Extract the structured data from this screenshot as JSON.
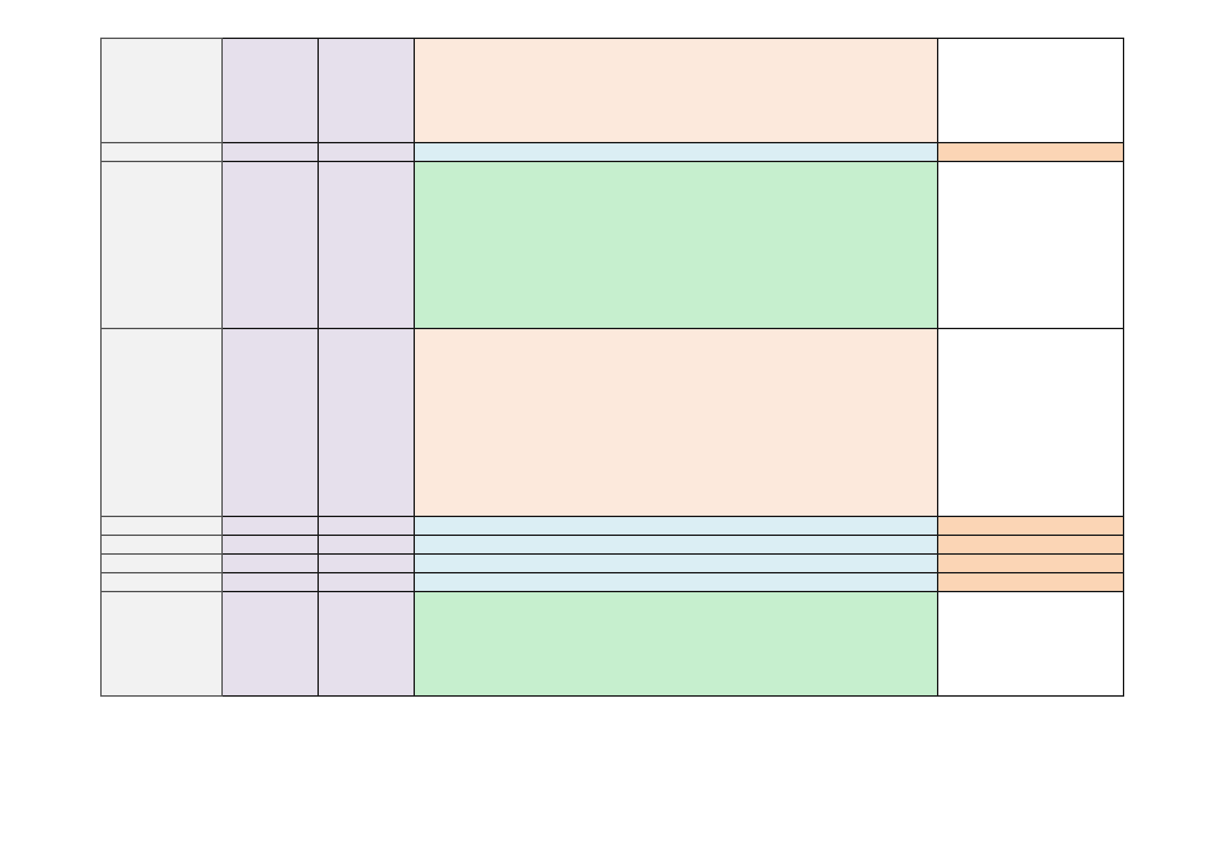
{
  "document": {
    "colors": {
      "grey": "#f2f2f2",
      "lavender": "#e6e0ec",
      "peach_light": "#fce9dc",
      "blue_light": "#dbeef4",
      "green_light": "#c6efce",
      "peach": "#fbd5b5",
      "white": "#ffffff",
      "border": "#1a1a1a"
    },
    "rows": [
      {
        "type": "tall",
        "cells": [
          "",
          "",
          "",
          "",
          ""
        ],
        "fills": [
          "grey",
          "lavender",
          "lavender",
          "peach_light",
          "white"
        ]
      },
      {
        "type": "thin",
        "cells": [
          "",
          "",
          "",
          "",
          ""
        ],
        "fills": [
          "grey",
          "lavender",
          "lavender",
          "blue_light",
          "peach"
        ]
      },
      {
        "type": "tall",
        "cells": [
          "",
          "",
          "",
          "",
          ""
        ],
        "fills": [
          "grey",
          "lavender",
          "lavender",
          "green_light",
          "white"
        ]
      },
      {
        "type": "tall",
        "cells": [
          "",
          "",
          "",
          "",
          ""
        ],
        "fills": [
          "grey",
          "lavender",
          "lavender",
          "peach_light",
          "white"
        ]
      },
      {
        "type": "thin",
        "cells": [
          "",
          "",
          "",
          "",
          ""
        ],
        "fills": [
          "grey",
          "lavender",
          "lavender",
          "blue_light",
          "peach"
        ]
      },
      {
        "type": "thin",
        "cells": [
          "",
          "",
          "",
          "",
          ""
        ],
        "fills": [
          "grey",
          "lavender",
          "lavender",
          "blue_light",
          "peach"
        ]
      },
      {
        "type": "thin",
        "cells": [
          "",
          "",
          "",
          "",
          ""
        ],
        "fills": [
          "grey",
          "lavender",
          "lavender",
          "blue_light",
          "peach"
        ]
      },
      {
        "type": "thin",
        "cells": [
          "",
          "",
          "",
          "",
          ""
        ],
        "fills": [
          "grey",
          "lavender",
          "lavender",
          "blue_light",
          "peach"
        ]
      },
      {
        "type": "tall",
        "cells": [
          "",
          "",
          "",
          "",
          ""
        ],
        "fills": [
          "grey",
          "lavender",
          "lavender",
          "green_light",
          "white"
        ]
      }
    ]
  }
}
